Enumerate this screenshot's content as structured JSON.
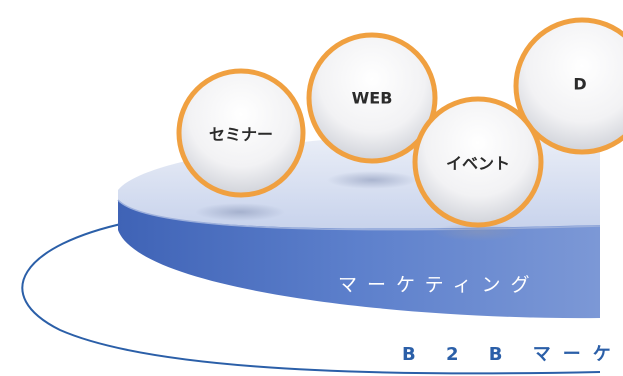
{
  "diagram": {
    "outer_label": "B 2 B マーケ",
    "platform_label": "マーケティング",
    "bubbles": [
      {
        "label": "セミナー"
      },
      {
        "label": "WEB"
      },
      {
        "label": "イベント"
      },
      {
        "label": "D"
      }
    ],
    "colors": {
      "platform_top": "#cfd8ee",
      "platform_side": "#4a6fc0",
      "ellipse_stroke": "#2b5fa8",
      "bubble_ring": "#f0a040",
      "bubble_fill": "#f4f4f6"
    }
  }
}
